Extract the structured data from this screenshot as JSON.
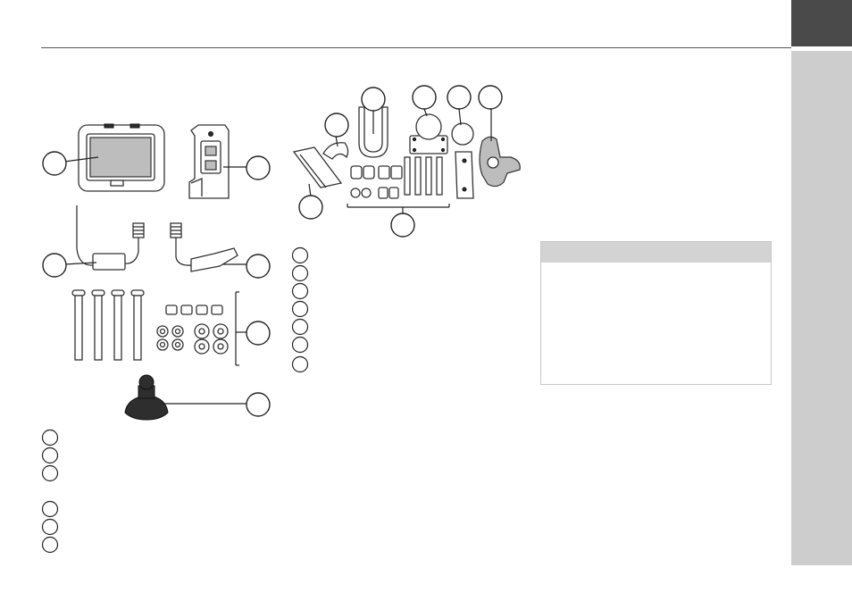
{
  "page": {
    "chapter_tab_label": "",
    "note_box": {
      "header": "",
      "body": ""
    }
  },
  "colors": {
    "tab_dark": "#4a4a4a",
    "tab_light": "#cdcdcd",
    "note_header": "#d3d3d3"
  },
  "icons": {
    "navigation-device": "device-illustration",
    "holder": "holder-illustration",
    "mounting-kit": "mount-hardware-illustration"
  }
}
